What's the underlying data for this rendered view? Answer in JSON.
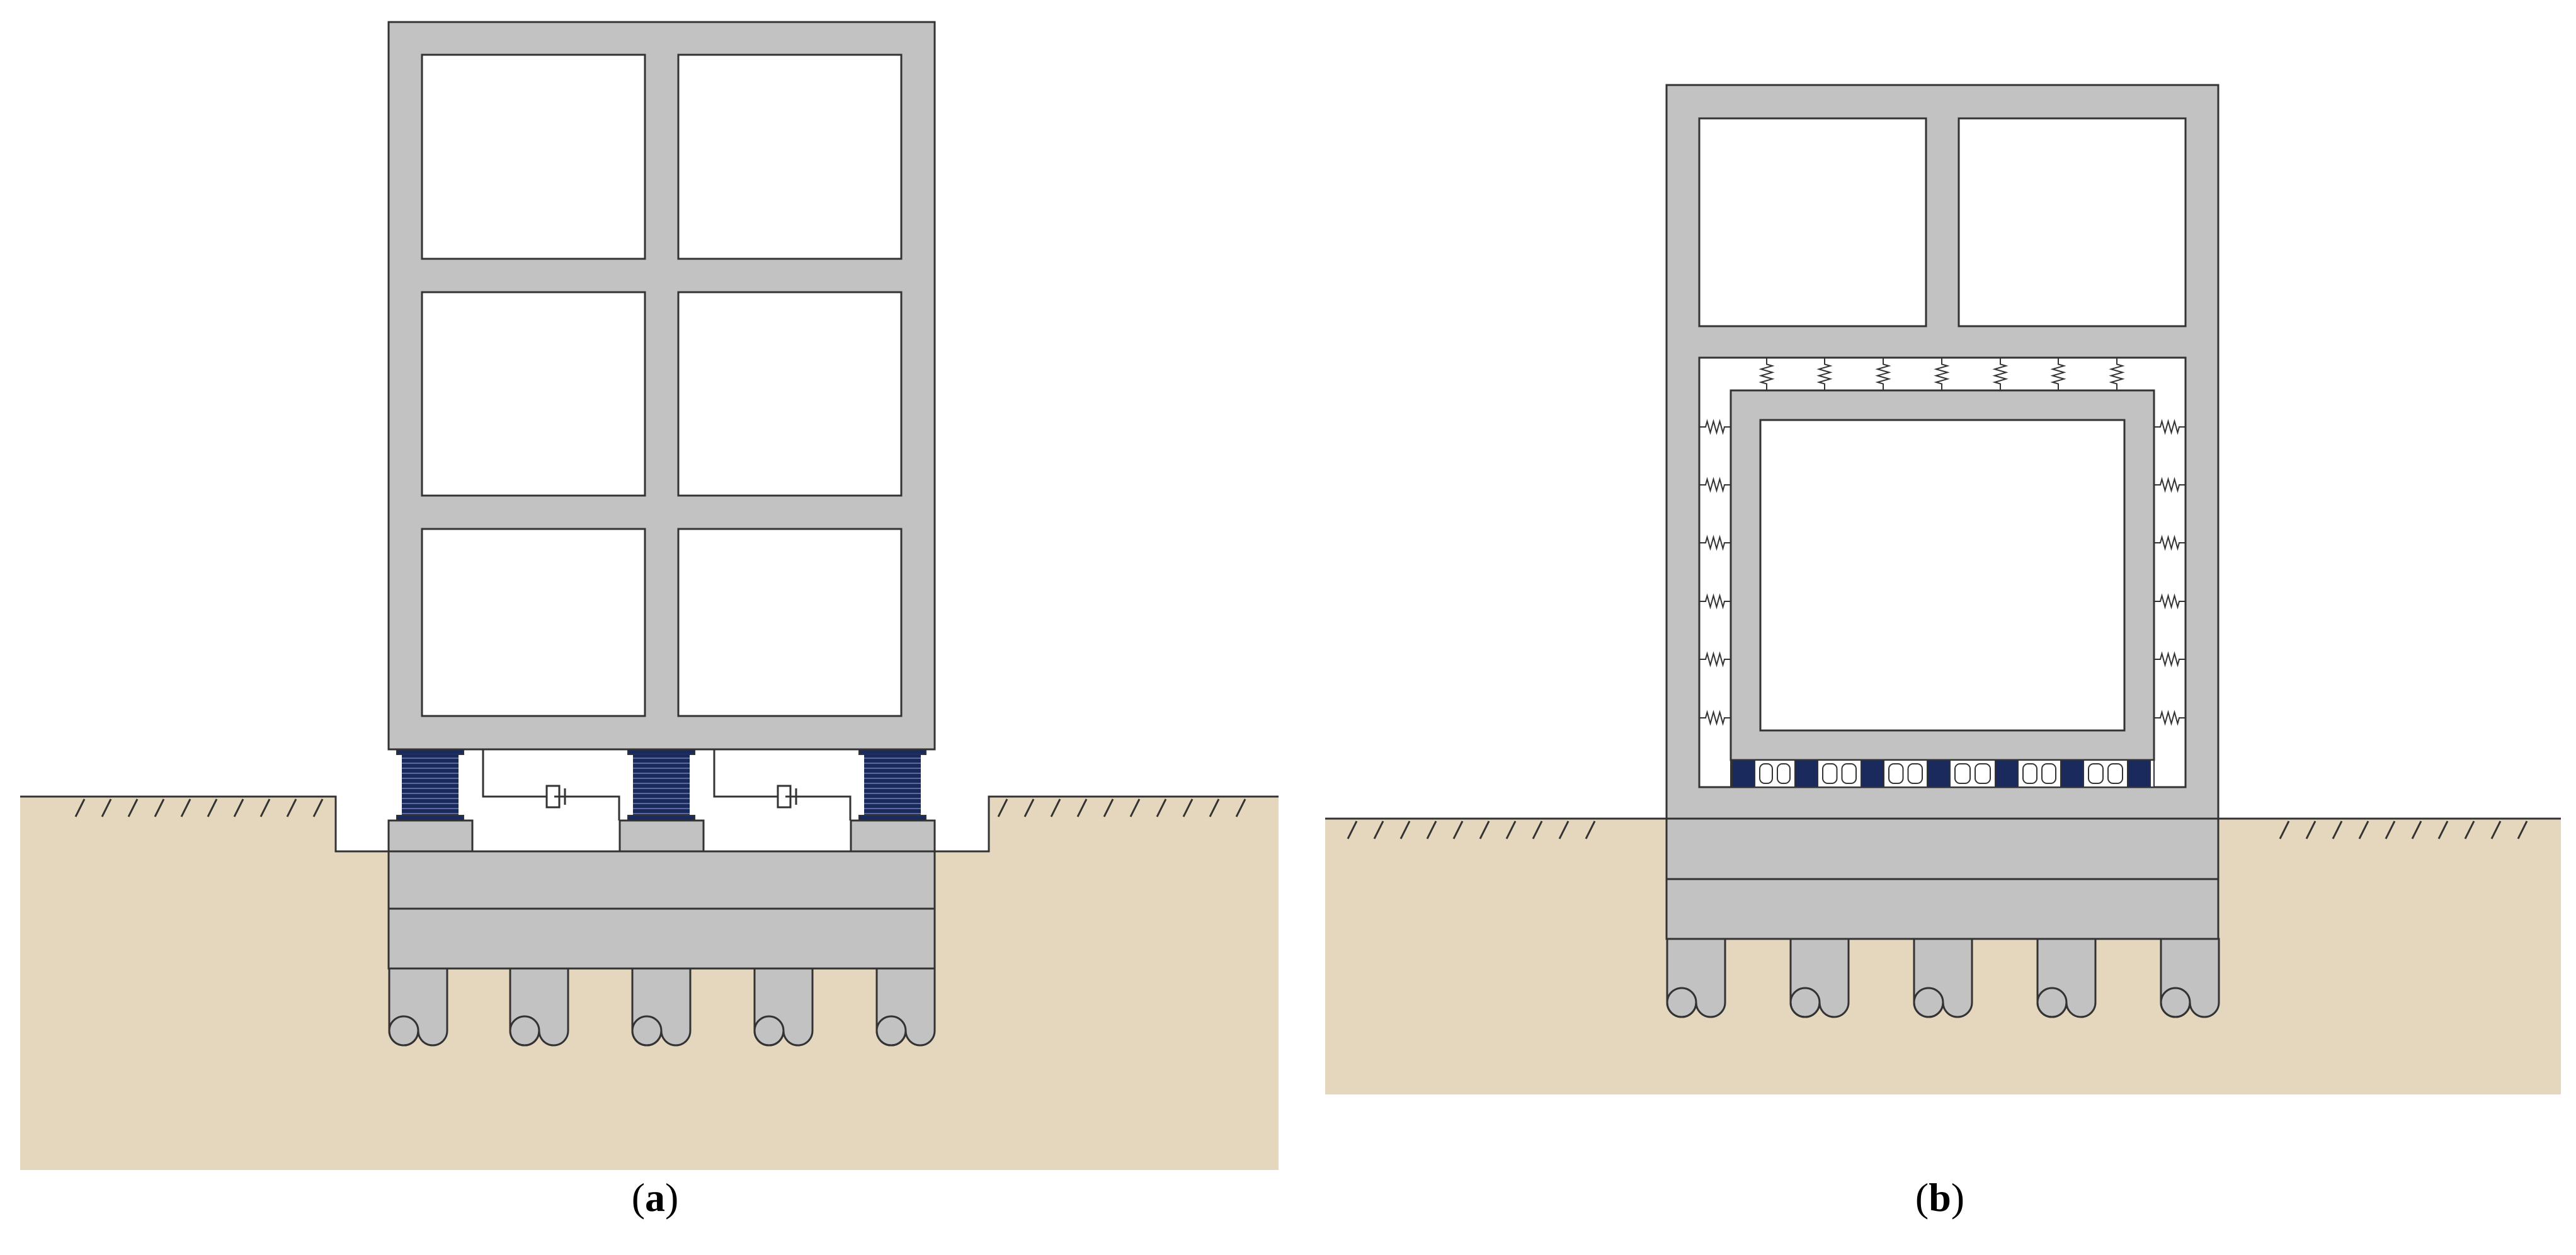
{
  "colors": {
    "soil": "#e5d7bd",
    "concrete": "#c2c2c2",
    "outline": "#333333",
    "bearing": "#1b2a5c",
    "bearing_line": "#5a6a9a",
    "background": "#ffffff"
  },
  "panels": [
    {
      "id": "a",
      "caption_open": "(",
      "caption_letter": "a",
      "caption_close": ")"
    },
    {
      "id": "b",
      "caption_open": "(",
      "caption_letter": "b",
      "caption_close": ")"
    }
  ]
}
